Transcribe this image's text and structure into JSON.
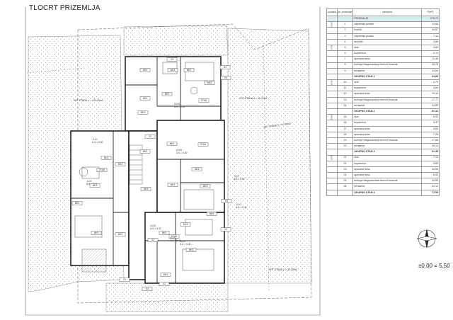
{
  "title": "TLOCRT PRIZEMLJA",
  "elevation": "±0.00 = 5.50",
  "table": {
    "headers": [
      "oznaka",
      "br. prostorije",
      "namjena",
      "P(m²)"
    ],
    "rows": [
      {
        "g": "",
        "no": "",
        "name": "PRIZEMLJE",
        "val": "276.72",
        "hl": true
      },
      {
        "g": "ZAJEDNIČKO",
        "no": "1",
        "name": "zajednički prostor",
        "val": "10.85"
      },
      {
        "g": "",
        "no": "2",
        "name": "hodnik",
        "val": "19.57"
      },
      {
        "g": "",
        "no": "3",
        "name": "zajednički prostor",
        "val": "7.42"
      },
      {
        "g": "",
        "no": "4",
        "name": "stubište",
        "val": "3.86"
      },
      {
        "g": "STAN 1",
        "no": "5",
        "name": "ulaz",
        "val": "3.89"
      },
      {
        "g": "",
        "no": "6",
        "name": "kupaonica",
        "val": "5.14"
      },
      {
        "g": "",
        "no": "7",
        "name": "spavaća soba",
        "val": "11.46"
      },
      {
        "g": "",
        "no": "8",
        "name": "kuhinja+blagovaonica+dnevni boravak",
        "val": "16.76"
      },
      {
        "g": "",
        "no": "9",
        "name": "terasa/vrt",
        "val": "14.64"
      },
      {
        "g": "",
        "no": "",
        "name": "UKUPNO STAN 1",
        "val": "34.85",
        "sum": true
      },
      {
        "g": "STAN 2",
        "no": "10",
        "name": "ulaz",
        "val": "3.70"
      },
      {
        "g": "",
        "no": "11",
        "name": "kupaonica",
        "val": "4.80"
      },
      {
        "g": "",
        "no": "12",
        "name": "spavaća soba",
        "val": "10.40"
      },
      {
        "g": "",
        "no": "13",
        "name": "kuhinja+blagovaonica+dnevni boravak",
        "val": "17.77"
      },
      {
        "g": "",
        "no": "14",
        "name": "terasa/vrt",
        "val": "14.80"
      },
      {
        "g": "",
        "no": "",
        "name": "UKUPNO STAN 2",
        "val": "51.42",
        "sum": true
      },
      {
        "g": "STAN 3",
        "no": "15",
        "name": "ulaz",
        "val": "5.90"
      },
      {
        "g": "",
        "no": "16",
        "name": "kupaonica",
        "val": "4.47"
      },
      {
        "g": "",
        "no": "17",
        "name": "spavaća soba",
        "val": "9.60"
      },
      {
        "g": "",
        "no": "18",
        "name": "spavaća soba",
        "val": "7.26"
      },
      {
        "g": "",
        "no": "19",
        "name": "kuhinja+blagovaonica+dnevni boravak",
        "val": "17.68"
      },
      {
        "g": "",
        "no": "20",
        "name": "terasa/vrt",
        "val": "16.14"
      },
      {
        "g": "",
        "no": "",
        "name": "UKUPNO STAN 3",
        "val": "61.45",
        "sum": true
      },
      {
        "g": "STAN 4",
        "no": "21",
        "name": "ulaz",
        "val": "7.13"
      },
      {
        "g": "",
        "no": "22",
        "name": "kupaonica",
        "val": "4.89"
      },
      {
        "g": "",
        "no": "23",
        "name": "spavaća soba",
        "val": "10.06"
      },
      {
        "g": "",
        "no": "24",
        "name": "spavaća soba",
        "val": "8.93"
      },
      {
        "g": "",
        "no": "25",
        "name": "kuhinja+blagovaonica+dnevni boravak",
        "val": "19.54"
      },
      {
        "g": "",
        "no": "26",
        "name": "terasa/vrt",
        "val": "22.12"
      },
      {
        "g": "",
        "no": "",
        "name": "UKUPNO STAN 4",
        "val": "72.59",
        "sum": true
      }
    ]
  },
  "plan": {
    "gardens": [
      "VRT STANA 1 = 120.20m2",
      "VRT STANA 3 = 40.20m2",
      "VRT STANA 3 = 47.09m2",
      "VRT STANA 2 = 33.20m2"
    ],
    "units": [
      "STAN",
      "STAN",
      "STAN",
      "STAN"
    ],
    "levels": [
      "±0.00",
      "±0.00",
      "±0.00",
      "±0.00",
      "±0.00",
      "-0.10",
      "-0.10",
      "-0.10",
      "-0.10"
    ],
    "abs": [
      "A.K.= 5.50",
      "A.K.= 5.40",
      "A.K.= 5.40",
      "A.K.= 5.40",
      "A.K.= 5.40",
      "A.K.= 5.50",
      "A.K.= 5.50",
      "A.K.= 5.40",
      "A.K.= 5.40"
    ],
    "room_tags": [
      "MK3",
      "MK3",
      "MK3",
      "MK3",
      "MK3",
      "MK3",
      "MK3",
      "MK3",
      "MK3",
      "MK3",
      "MK3",
      "MK3",
      "MK3",
      "MK3",
      "MK3",
      "MK3",
      "MK3",
      "MK3",
      "MK3",
      "MK3",
      "MK3",
      "MK3",
      "MK3",
      "MK3"
    ],
    "door_tags": [
      "G2",
      "G2",
      "G3",
      "G2",
      "G2",
      "G3",
      "G2",
      "G2",
      "G3",
      "G1"
    ]
  }
}
